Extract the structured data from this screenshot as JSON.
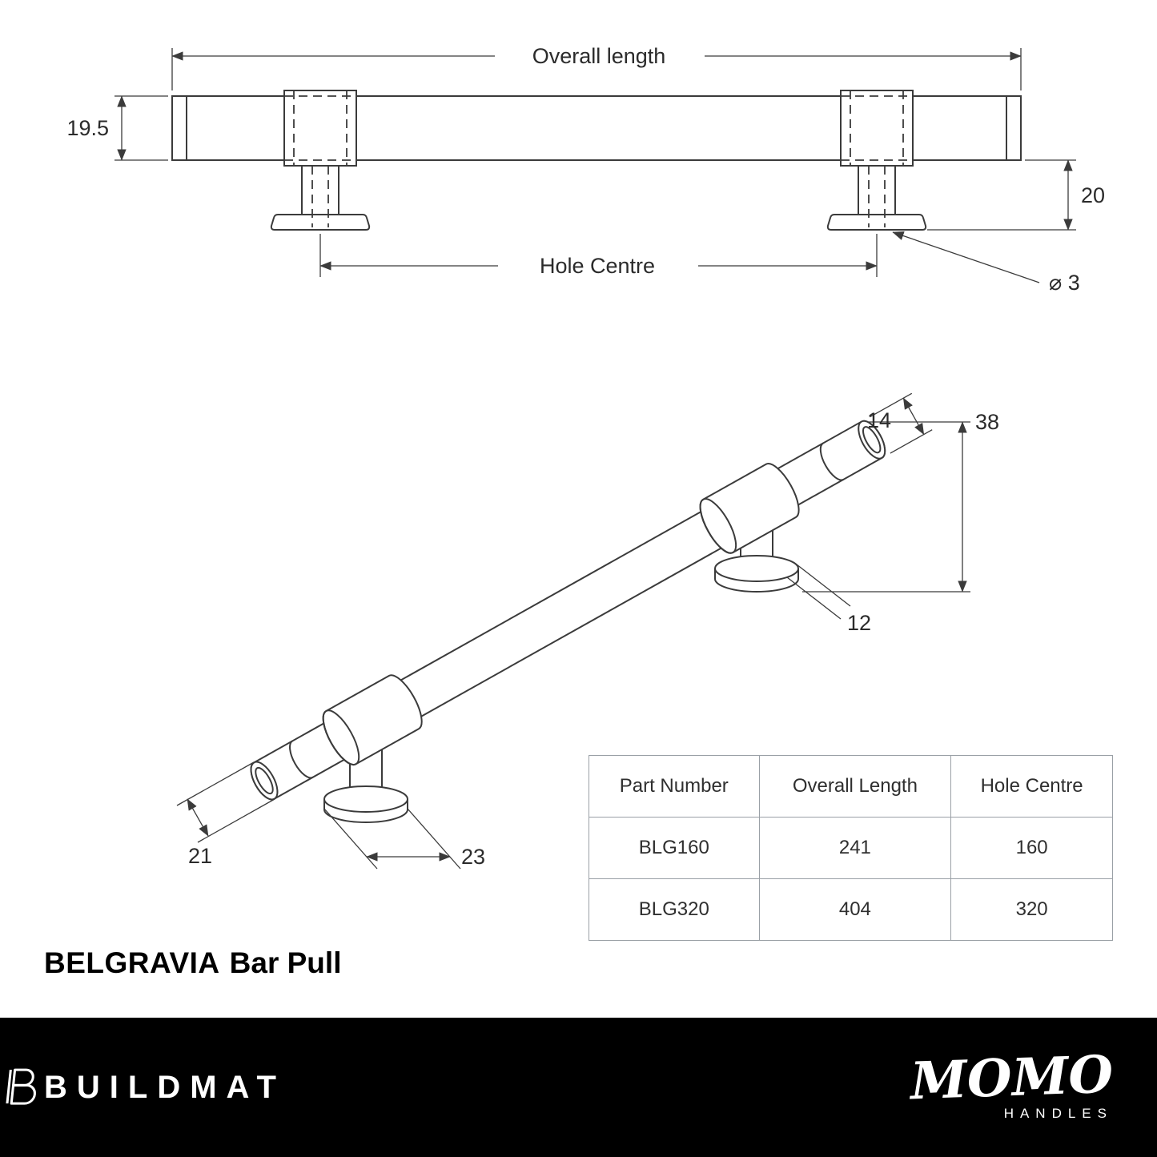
{
  "front_view": {
    "overall_length_label": "Overall length",
    "bar_height": "19.5",
    "post_height": "20",
    "hole_centre_label": "Hole Centre",
    "screw_diameter": "⌀ 3"
  },
  "iso_view": {
    "bar_end_diameter": "14",
    "overall_height": "38",
    "flange_thickness": "12",
    "cap_diameter": "21",
    "flange_diameter": "23"
  },
  "table": {
    "headers": [
      "Part Number",
      "Overall Length",
      "Hole Centre"
    ],
    "rows": [
      [
        "BLG160",
        "241",
        "160"
      ],
      [
        "BLG320",
        "404",
        "320"
      ]
    ]
  },
  "title": {
    "brand": "BELGRAVIA",
    "product": "Bar Pull"
  },
  "footer": {
    "brand_left": "BUILDMAT",
    "brand_right": "MOMO",
    "brand_right_sub": "HANDLES"
  },
  "colors": {
    "line": "#3b3b3b",
    "footer_bg": "#000000",
    "table_border": "#9aa0a6"
  }
}
